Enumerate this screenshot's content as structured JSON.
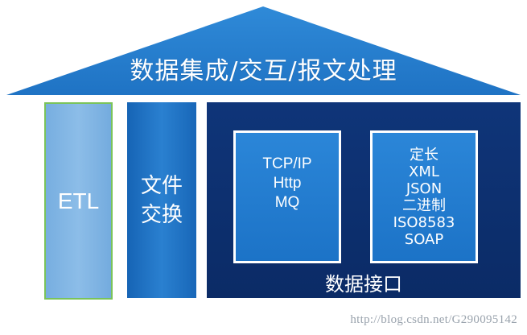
{
  "roof": {
    "title": "数据集成/交互/报文处理"
  },
  "pillars": {
    "etl": {
      "label": "ETL"
    },
    "file_exchange": {
      "line1": "文件",
      "line2": "交换"
    }
  },
  "data_interface": {
    "label": "数据接口",
    "protocols": [
      "TCP/IP",
      "Http",
      "MQ"
    ],
    "formats": [
      "定长",
      "XML",
      "JSON",
      "二进制",
      "ISO8583",
      "SOAP"
    ]
  },
  "watermark": "http://blog.csdn.net/G290095142",
  "colors": {
    "roof_blue": "#2f85d2",
    "light_blue": "#85b8e6",
    "mid_blue": "#1f74c4",
    "dark_blue": "#0d2f6f",
    "green_border": "#7ac35a"
  }
}
